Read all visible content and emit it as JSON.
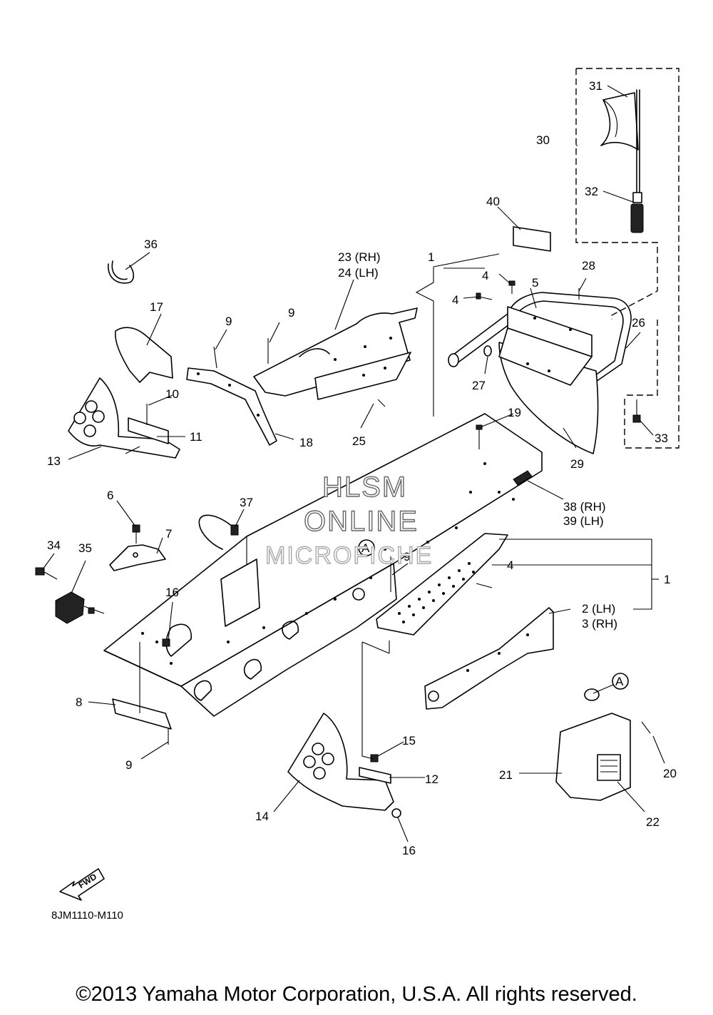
{
  "callouts": {
    "c1a": "1",
    "c1b": "1",
    "c2_3a": "2 (LH)",
    "c2_3b": "3 (RH)",
    "c4a": "4",
    "c4b": "4",
    "c4c": "4",
    "c5": "5",
    "c6": "6",
    "c7": "7",
    "c8": "8",
    "c9a": "9",
    "c9b": "9",
    "c9c": "9",
    "c9d": "9",
    "c10": "10",
    "c11": "11",
    "c12": "12",
    "c13": "13",
    "c14": "14",
    "c15": "15",
    "c16a": "16",
    "c16b": "16",
    "c17": "17",
    "c18": "18",
    "c19": "19",
    "c20": "20",
    "c21": "21",
    "c22": "22",
    "c23_24a": "23 (RH)",
    "c23_24b": "24 (LH)",
    "c25": "25",
    "c26": "26",
    "c27": "27",
    "c28": "28",
    "c29": "29",
    "c30": "30",
    "c31": "31",
    "c32": "32",
    "c33": "33",
    "c34": "34",
    "c35": "35",
    "c36": "36",
    "c37": "37",
    "c38_39a": "38 (RH)",
    "c38_39b": "39 (LH)",
    "c40": "40",
    "refA1": "A",
    "refA2": "A"
  },
  "watermark": {
    "line1": "HLSM",
    "line2": "ONLINE",
    "line3": "MICROFICHE"
  },
  "fwd_label": "FWD",
  "diagram_code": "8JM1110-M110",
  "copyright": "©2013 Yamaha Motor Corporation, U.S.A. All rights reserved."
}
